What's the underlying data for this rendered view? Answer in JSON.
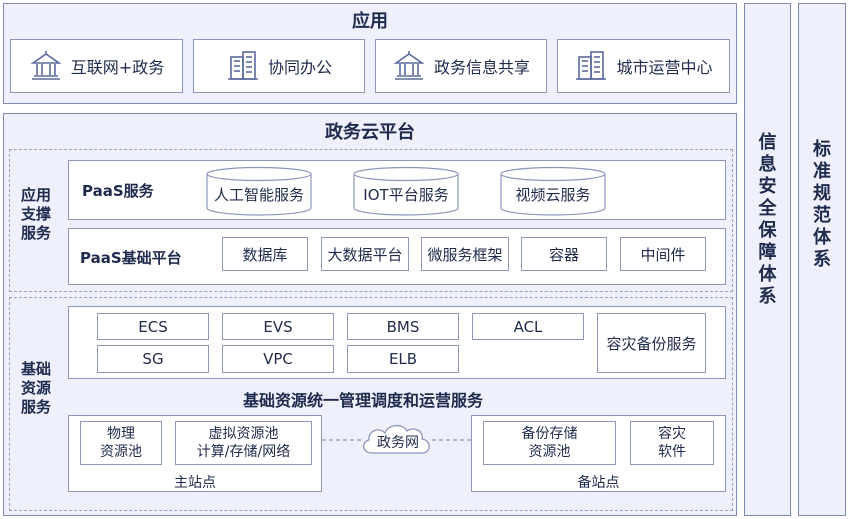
{
  "app_layer": {
    "title": "应用",
    "items": [
      {
        "label": "互联网+政务",
        "icon": "government-building-icon"
      },
      {
        "label": "协同办公",
        "icon": "office-building-icon"
      },
      {
        "label": "政务信息共享",
        "icon": "government-building-icon"
      },
      {
        "label": "城市运营中心",
        "icon": "office-building-icon"
      }
    ]
  },
  "platform": {
    "title": "政务云平台",
    "support": {
      "side_label": [
        "应用",
        "支撑",
        "服务"
      ],
      "paas_service": {
        "label": "PaaS服务",
        "items": [
          "人工智能服务",
          "IOT平台服务",
          "视频云服务"
        ]
      },
      "paas_base": {
        "label": "PaaS基础平台",
        "items": [
          "数据库",
          "大数据平台",
          "微服务框架",
          "容器",
          "中间件"
        ]
      }
    },
    "resource": {
      "side_label": [
        "基础",
        "资源",
        "服务"
      ],
      "iaas_row1": [
        "ECS",
        "EVS",
        "BMS",
        "ACL"
      ],
      "iaas_row2": [
        "SG",
        "VPC",
        "ELB"
      ],
      "disaster_backup": "容灾备份服务",
      "unified_mgmt": "基础资源统一管理调度和运营服务",
      "main_site": {
        "label": "主站点",
        "physical_pool": [
          "物理",
          "资源池"
        ],
        "virtual_pool": [
          "虚拟资源池",
          "计算/存储/网络"
        ]
      },
      "gov_network": "政务网",
      "backup_site": {
        "label": "备站点",
        "backup_storage": [
          "备份存储",
          "资源池"
        ],
        "dr_software": [
          "容灾",
          "软件"
        ]
      }
    }
  },
  "security_system": [
    "信",
    "息",
    "安",
    "全",
    "保",
    "障",
    "体",
    "系"
  ],
  "standard_system": [
    "标",
    "准",
    "规",
    "范",
    "体",
    "系"
  ],
  "colors": {
    "border": "#7f8ab3",
    "panel_bg": "#eef0fb",
    "text": "#1f2a4d"
  }
}
